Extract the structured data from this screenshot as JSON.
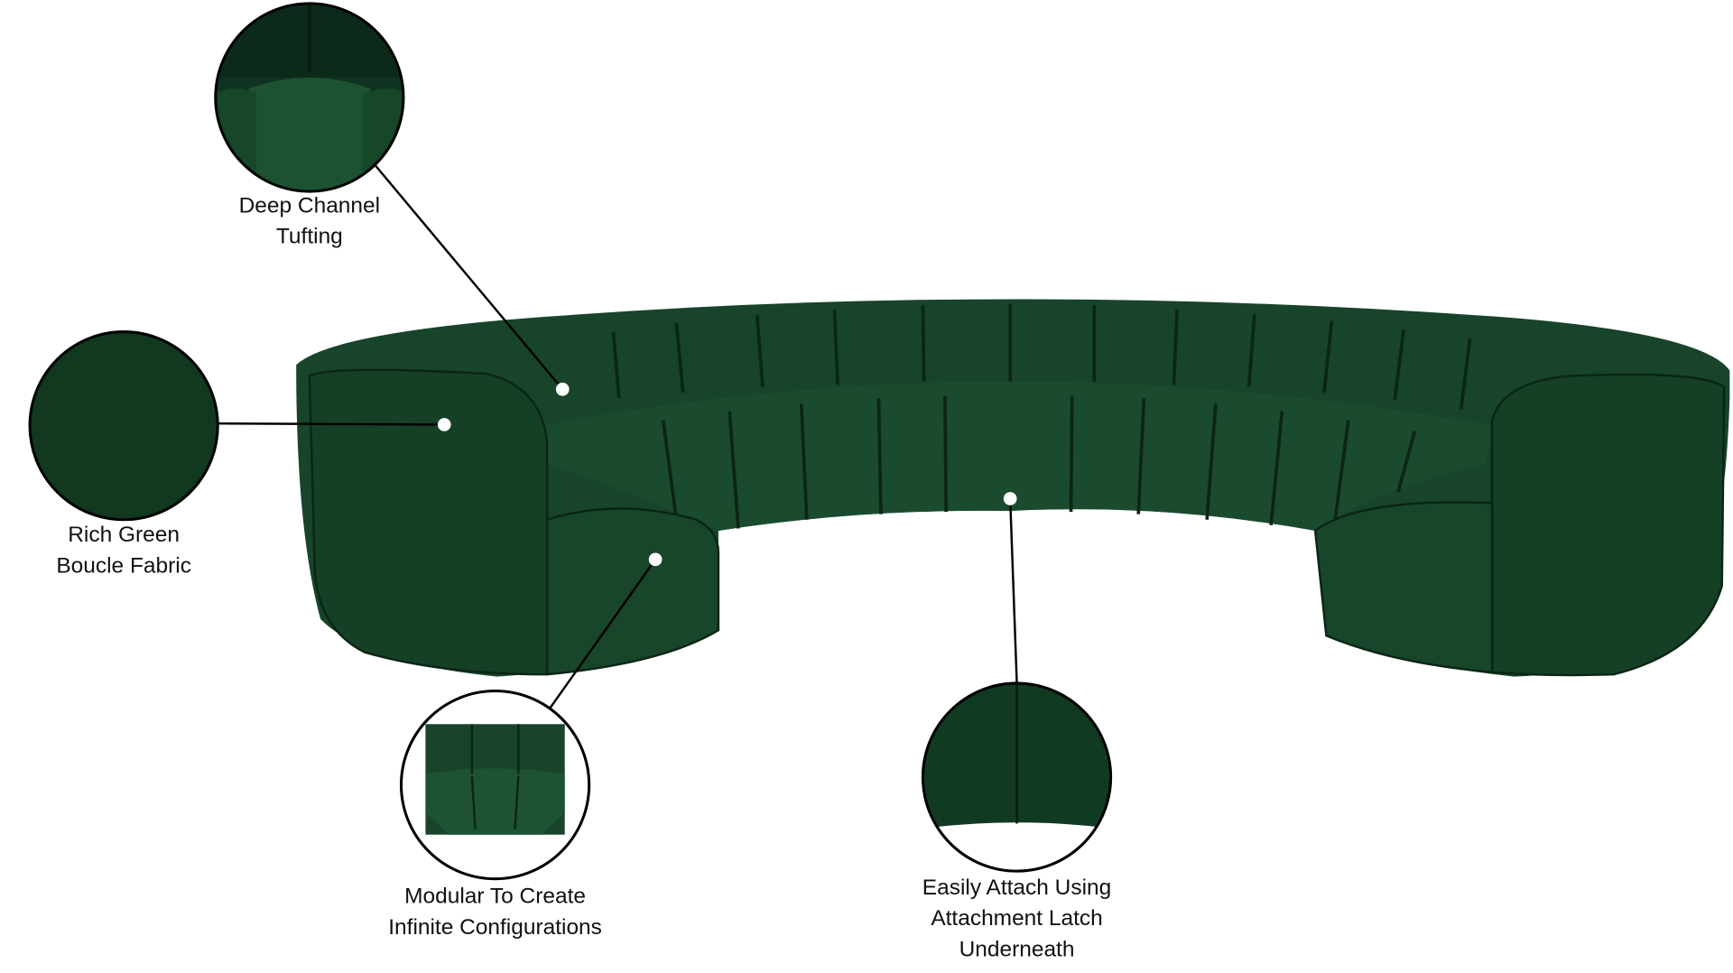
{
  "colors": {
    "fabric": "#17442a",
    "fabric_dark": "#0d2c1a",
    "fabric_light": "#1f5533",
    "outline": "#000000",
    "marker": "#ffffff"
  },
  "callouts": [
    {
      "name": "deep-channel-tufting",
      "lines": [
        "Deep Channel",
        "Tufting"
      ]
    },
    {
      "name": "rich-green-boucle-fabric",
      "lines": [
        "Rich Green",
        "Boucle Fabric"
      ]
    },
    {
      "name": "modular-configurations",
      "lines": [
        "Modular To Create",
        "Infinite Configurations"
      ]
    },
    {
      "name": "attachment-latch",
      "lines": [
        "Easily Attach Using",
        "Attachment Latch",
        "Underneath"
      ]
    }
  ]
}
